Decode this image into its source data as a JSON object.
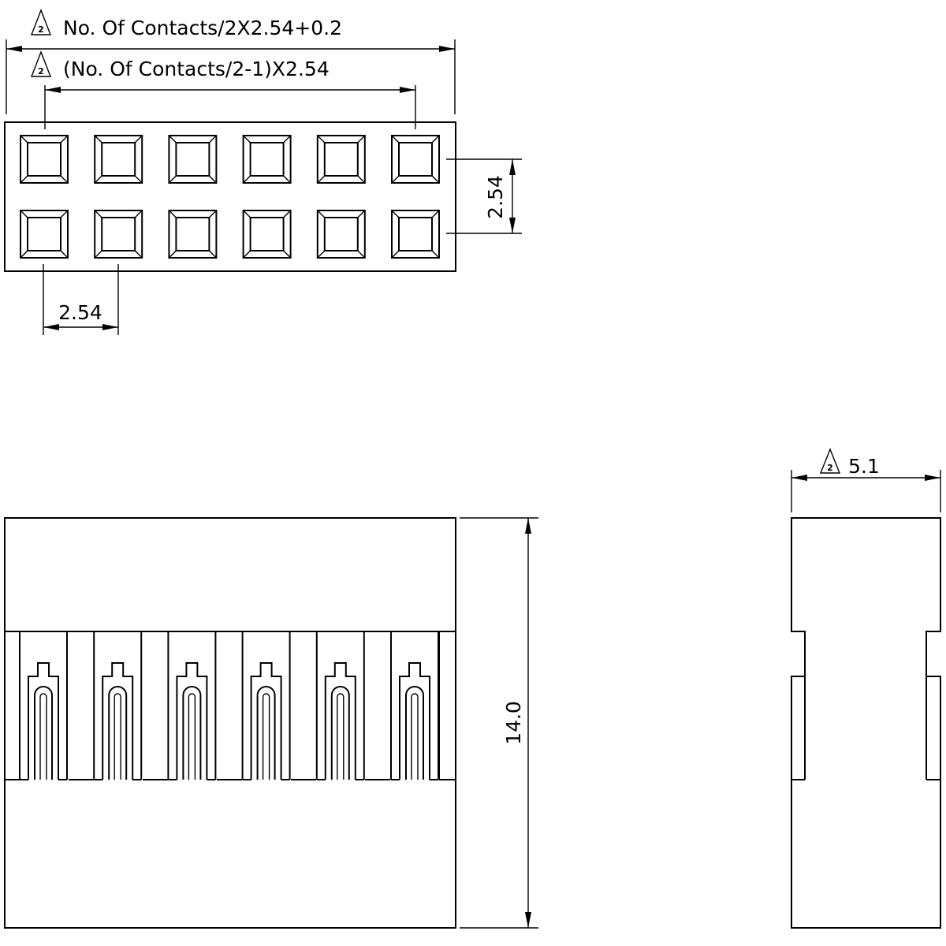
{
  "top_view": {
    "overall_width_label": "No. Of Contacts/2X2.54+0.2",
    "pitch_span_label": "(No. Of Contacts/2-1)X2.54",
    "row_pitch_label": "2.54",
    "column_pitch_label": "2.54",
    "note_marker": "2"
  },
  "front_view": {
    "height_label": "14.0"
  },
  "side_view": {
    "width_label": "5.1",
    "note_marker": "2"
  },
  "layout": {
    "columns": 6,
    "rows": 2
  }
}
